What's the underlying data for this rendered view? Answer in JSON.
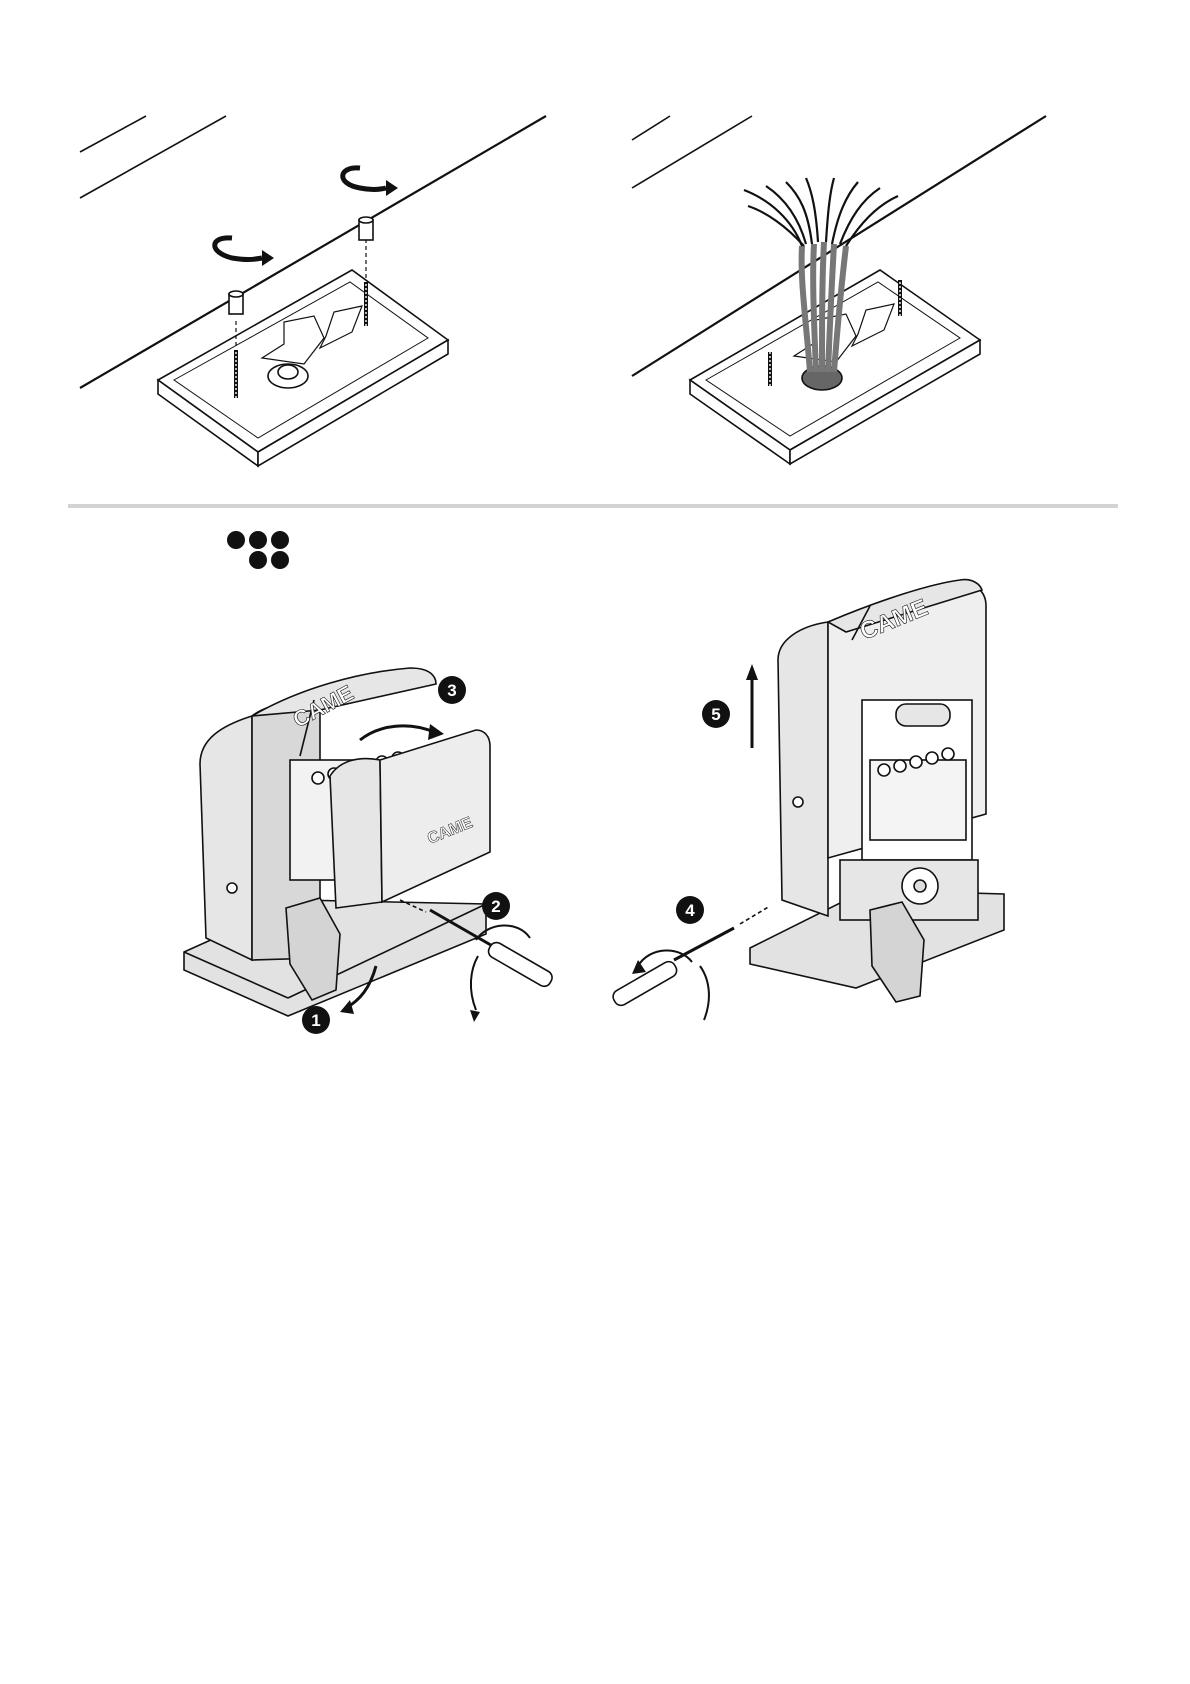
{
  "page": {
    "difficulty_dots": 5,
    "steps": [
      "1",
      "2",
      "3",
      "4",
      "5"
    ]
  },
  "brand": {
    "logo_text": "CAME"
  },
  "colors": {
    "ink": "#111111",
    "housing": "#e6e6e6",
    "housing_shadow": "#cfcfcf",
    "divider": "#d3d3d3"
  }
}
